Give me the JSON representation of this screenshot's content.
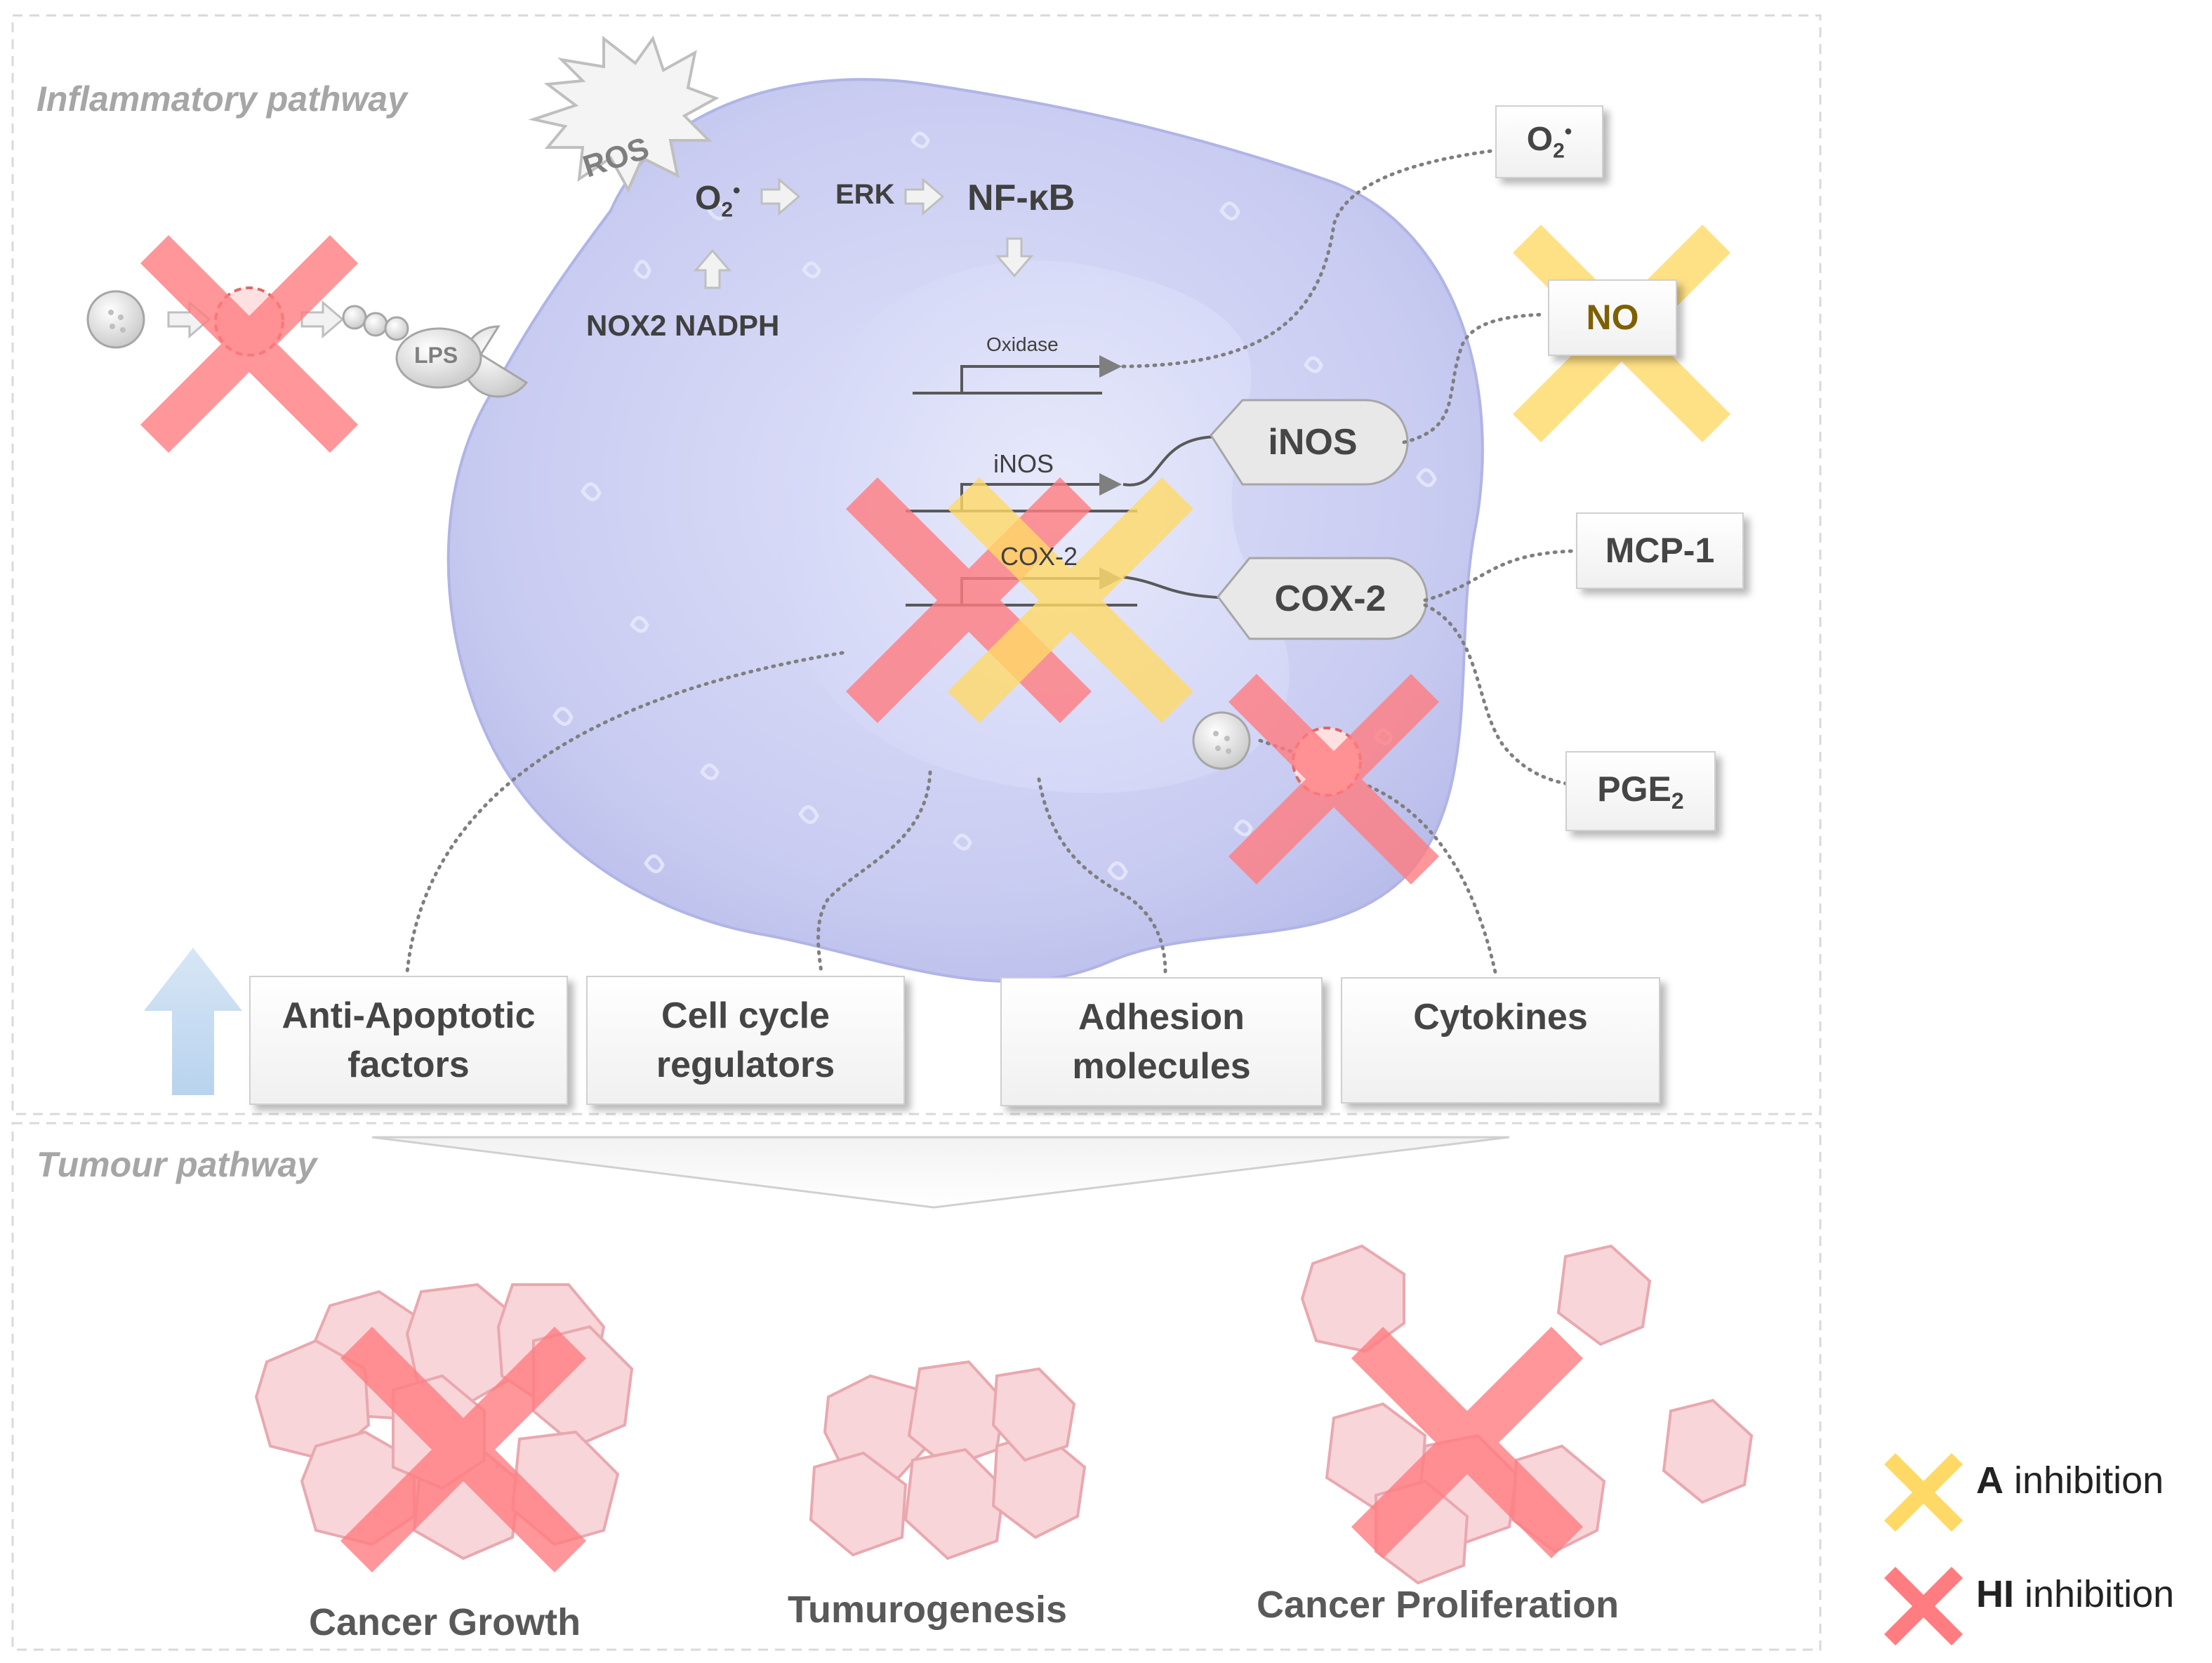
{
  "sections": {
    "inflammatory_title": "Inflammatory pathway",
    "tumour_title": "Tumour pathway"
  },
  "cell": {
    "ros_label": "ROS",
    "lps_label": "LPS",
    "o2_label": "O",
    "o2_sub": "2",
    "o2_sup": "•",
    "erk_label": "ERK",
    "nfkb_label": "NF-κB",
    "nox2_label": "NOX2 NADPH",
    "oxidase_gene": "Oxidase",
    "inos_gene": "iNOS",
    "cox2_gene": "COX-2"
  },
  "products": {
    "inos": "iNOS",
    "cox2": "COX-2",
    "o2_radical": "O",
    "o2_radical_sub": "2",
    "o2_radical_sup": "•",
    "no": "NO",
    "mcp1": "MCP-1",
    "pge": "PGE",
    "pge_sub": "2"
  },
  "factors": [
    {
      "line1": "Anti-Apoptotic",
      "line2": "factors"
    },
    {
      "line1": "Cell cycle",
      "line2": "regulators"
    },
    {
      "line1": "Adhesion",
      "line2": "molecules"
    },
    {
      "line1": "Cytokines",
      "line2": ""
    }
  ],
  "outcomes": {
    "growth": "Cancer Growth",
    "tumurogenesis": "Tumurogenesis",
    "proliferation": "Cancer Proliferation"
  },
  "legend": {
    "a_bold": "A",
    "a_text": " inhibition",
    "hi_bold": "HI",
    "hi_text": " inhibition"
  },
  "colors": {
    "a_inhibition": "#ffd966",
    "hi_inhibition": "#ff7c80",
    "cell": "#c9cdf2",
    "nucleus": "#dcdff8",
    "up_arrow": "#bdd7ee",
    "cancer_cell": "#f6c9cc"
  }
}
